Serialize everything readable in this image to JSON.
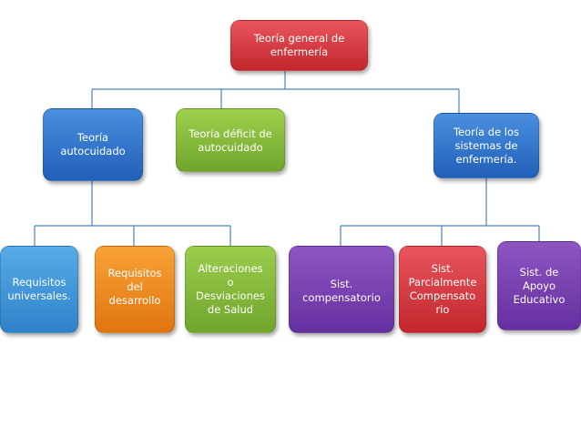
{
  "nodes": {
    "root": "Teoría general de\nenfermería",
    "autocuidado": "Teoría\nautocuidado",
    "deficit": "Teoría déficit de\nautocuidado",
    "sistemas": "Teoría de los\nsistemas de\nenfermería.",
    "universales": "Requisitos\nuniversales.",
    "desarrollo": "Requisitos\ndel\ndesarrollo",
    "alteraciones": "Alteraciones\no\nDesviaciones\nde Salud",
    "compensatorio": "Sist.\ncompensatorio",
    "parcial": "Sist.\nParcialmente\nCompensato\nrio",
    "educativo": "Sist. de\nApoyo\nEducativo"
  },
  "colors": {
    "root": "#c9262c",
    "autocuidado": "#2966c4",
    "deficit": "#7cb434",
    "sistemas": "#2966c4",
    "universales": "#3890d6",
    "desarrollo": "#ec8a1c",
    "alteraciones": "#7ab535",
    "compensatorio": "#7440ac",
    "parcial": "#c9262c",
    "educativo": "#7440ac",
    "connector": "#4f81bd"
  }
}
